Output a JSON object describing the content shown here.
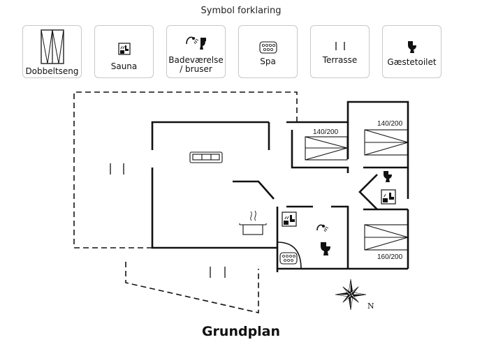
{
  "legend": {
    "title": "Symbol forklaring",
    "items": [
      {
        "key": "double_bed",
        "label": "Dobbeltseng",
        "icon": "double-bed-icon"
      },
      {
        "key": "sauna",
        "label": "Sauna",
        "icon": "sauna-icon"
      },
      {
        "key": "bathroom",
        "label": "Badeværelse\n/ bruser",
        "icon": "shower-toilet-icon"
      },
      {
        "key": "spa",
        "label": "Spa",
        "icon": "spa-icon"
      },
      {
        "key": "terrace",
        "label": "Terrasse",
        "icon": "terrace-icon"
      },
      {
        "key": "guest_toilet",
        "label": "Gæstetoilet",
        "icon": "toilet-icon"
      }
    ]
  },
  "plan": {
    "title": "Grundplan",
    "bed_sizes": [
      "140/200",
      "140/200",
      "160/200"
    ],
    "compass_label": "N"
  }
}
